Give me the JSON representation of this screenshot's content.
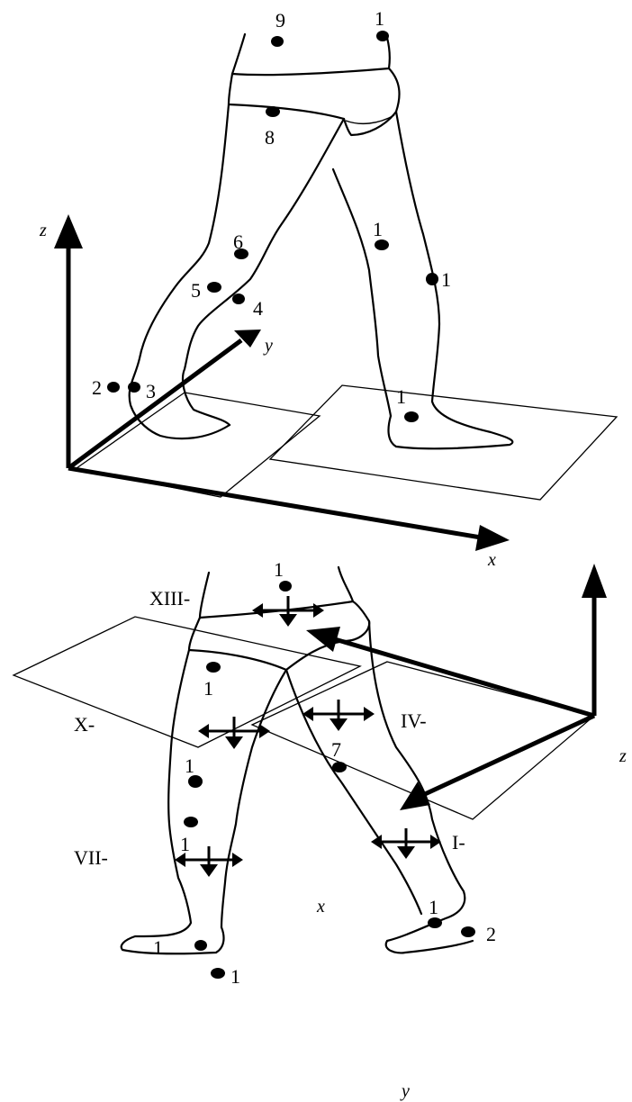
{
  "top_figure": {
    "axes": {
      "z": "z",
      "y": "y",
      "x": "x"
    },
    "markers": [
      "9",
      "1",
      "8",
      "1",
      "6",
      "1",
      "5",
      "4",
      "2",
      "3",
      "1"
    ]
  },
  "bottom_figure": {
    "axes": {
      "z": "z",
      "y": "y",
      "x": "x"
    },
    "markers": [
      "1",
      "1",
      "7",
      "1",
      "1",
      "1",
      "1",
      "1",
      "2"
    ],
    "segments": [
      "XIII-",
      "X-",
      "IV-",
      "VII-",
      "I-"
    ]
  }
}
